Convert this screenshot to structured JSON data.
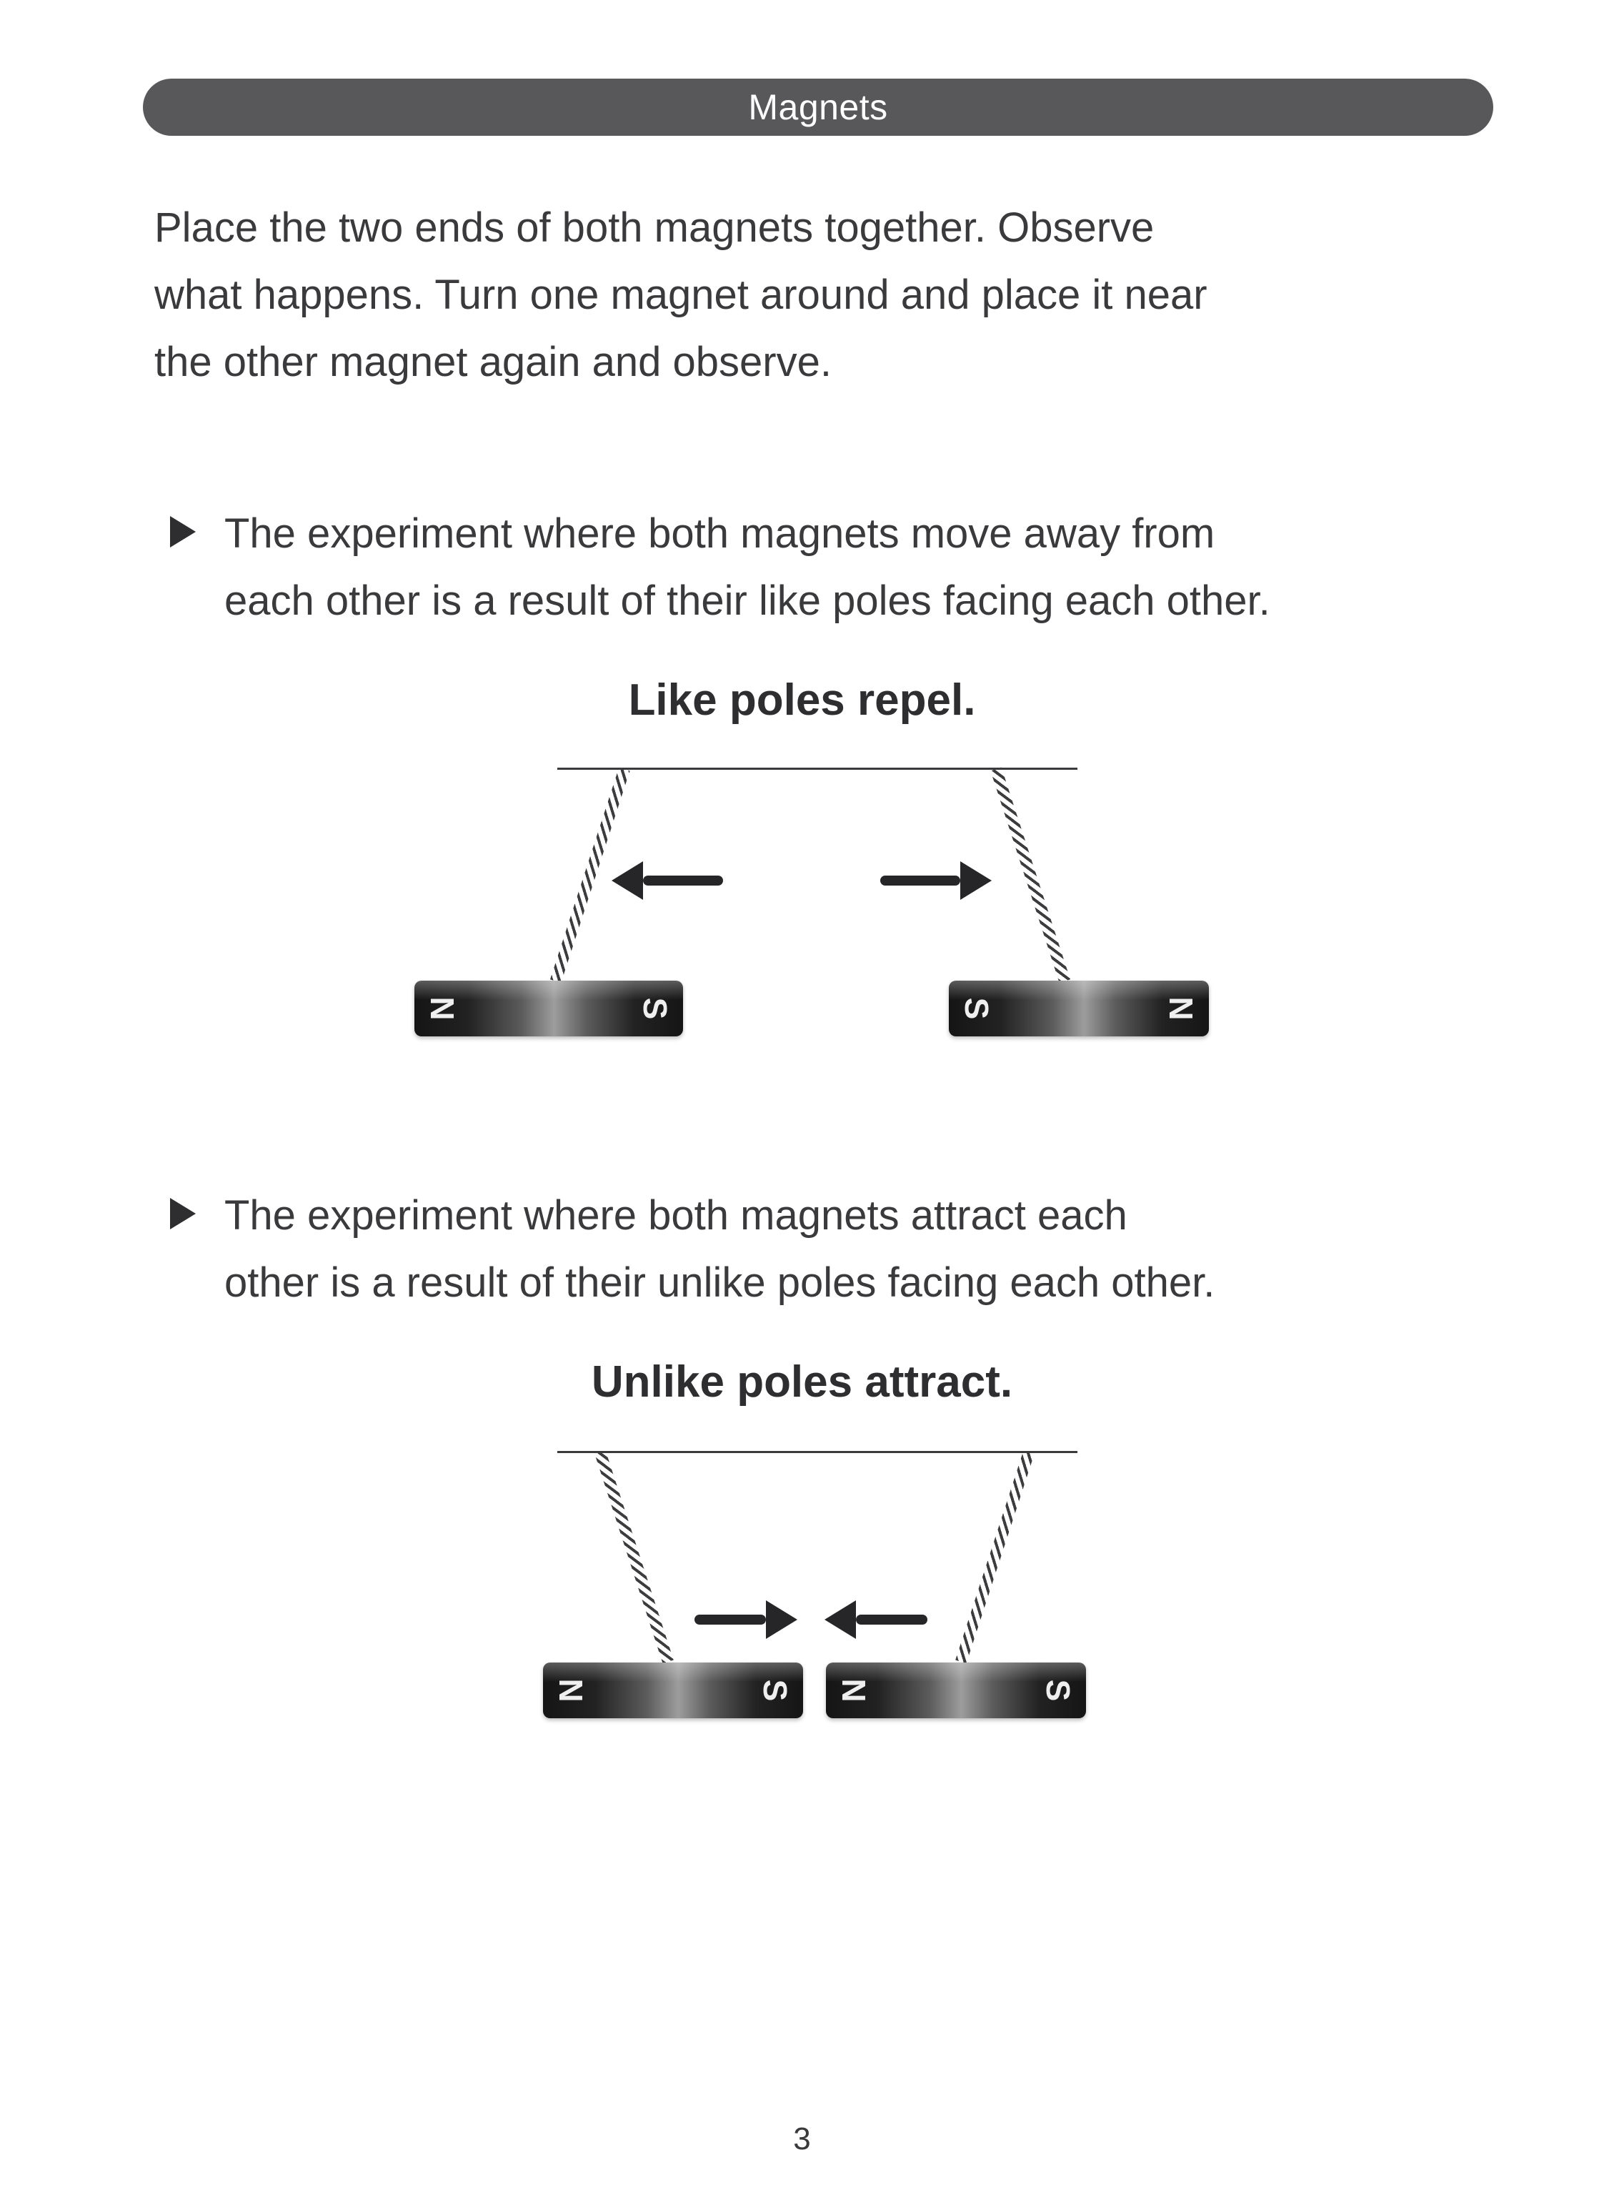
{
  "header": {
    "title": "Magnets"
  },
  "intro": "Place the two ends of both magnets together. Observe\nwhat happens. Turn one magnet around and place it near\nthe other magnet again and observe.",
  "bullets": [
    {
      "text": "The experiment where both magnets move away from\neach other is a result of their like poles facing each other."
    },
    {
      "text": "The experiment where both magnets attract each\nother is a result of their unlike poles facing each other."
    }
  ],
  "diagrams": {
    "repel": {
      "caption": "Like poles repel.",
      "magnets": [
        {
          "left_pole": "N",
          "right_pole": "S"
        },
        {
          "left_pole": "S",
          "right_pole": "N"
        }
      ]
    },
    "attract": {
      "caption": "Unlike poles attract.",
      "magnets": [
        {
          "left_pole": "N",
          "right_pole": "S"
        },
        {
          "left_pole": "N",
          "right_pole": "S"
        }
      ]
    }
  },
  "footer": {
    "page_number": "3"
  },
  "colors": {
    "header_bar": "#58585a",
    "body_text": "#3a3a3c",
    "magnet_dark": "#151515",
    "arrow": "#262628"
  }
}
